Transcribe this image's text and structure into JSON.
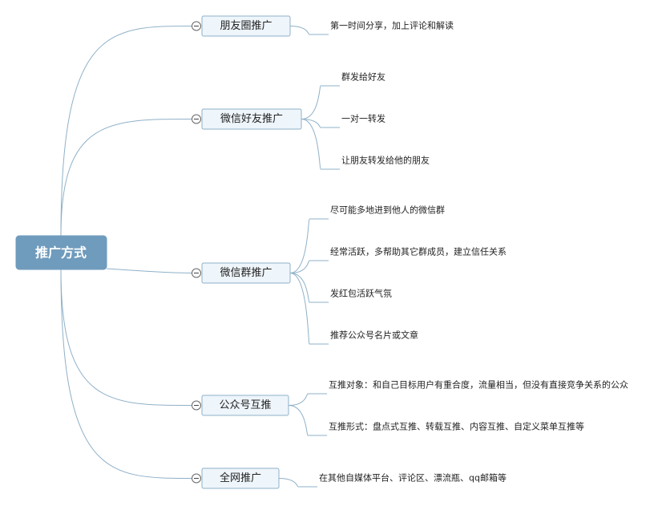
{
  "root": {
    "label": "推广方式"
  },
  "branches": [
    {
      "label": "朋友圈推广",
      "leaves": [
        "第一时间分享，加上评论和解读"
      ]
    },
    {
      "label": "微信好友推广",
      "leaves": [
        "群发给好友",
        "一对一转发",
        "让朋友转发给他的朋友"
      ]
    },
    {
      "label": "微信群推广",
      "leaves": [
        "尽可能多地进到他人的微信群",
        "经常活跃，多帮助其它群成员，建立信任关系",
        "发红包活跃气氛",
        "推荐公众号名片或文章"
      ]
    },
    {
      "label": "公众号互推",
      "leaves": [
        "互推对象：和自己目标用户有重合度，流量相当，但没有直接竞争关系的公众",
        "互推形式：盘点式互推、转载互推、内容互推、自定义菜单互推等"
      ]
    },
    {
      "label": "全网推广",
      "leaves": [
        "在其他自媒体平台、评论区、漂流瓶、qq邮箱等"
      ]
    }
  ],
  "colors": {
    "root_fill": "#6f9bbd",
    "branch_fill": "#eef5fb",
    "connector": "#8fb1c8"
  }
}
